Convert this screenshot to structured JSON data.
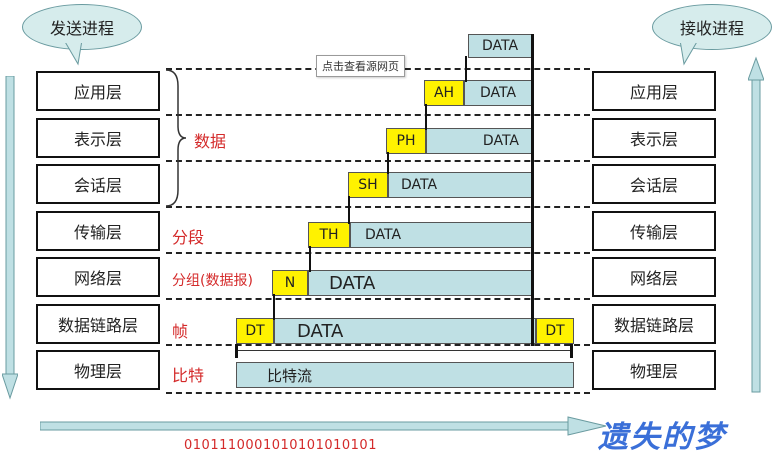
{
  "sender": {
    "label": "发送进程"
  },
  "receiver": {
    "label": "接收进程"
  },
  "tooltip": "点击查看源网页",
  "layers": [
    "应用层",
    "表示层",
    "会话层",
    "传输层",
    "网络层",
    "数据链路层",
    "物理层"
  ],
  "annotations": {
    "data": "数据",
    "segment": "分段",
    "packet": "分组(数据报)",
    "frame": "帧",
    "bits": "比特"
  },
  "packets": {
    "top_data": "DATA",
    "app": {
      "header": "AH",
      "data": "DATA"
    },
    "presentation": {
      "header": "PH",
      "data": "DATA"
    },
    "session": {
      "header": "SH",
      "data": "DATA"
    },
    "transport": {
      "header": "TH",
      "data": "DATA"
    },
    "network": {
      "header": "N",
      "data": "DATA"
    },
    "datalink": {
      "header": "DT",
      "data": "DATA",
      "trailer": "DT"
    },
    "physical": {
      "data": "比特流"
    }
  },
  "bitstream": "0101110001010101010101",
  "watermark": "遗失的梦",
  "colors": {
    "header": "#fff200",
    "data": "#bfe0e4",
    "annotation": "#d42a2a",
    "arrow": "#bfe0e4"
  }
}
